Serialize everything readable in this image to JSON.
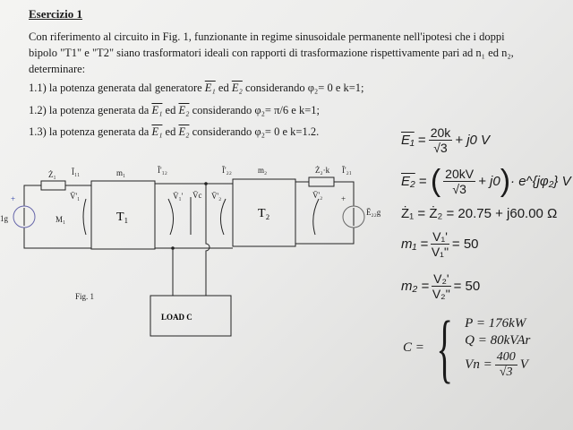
{
  "title": "Esercizio 1",
  "intro": [
    "Con riferimento al circuito in Fig. 1, funzionante in regime sinusoidale permanente nell'ipotesi che i doppi",
    "bipolo \"T1\" e \"T2\" siano trasformatori ideali con rapporti di trasformazione rispettivamente pari ad n₁ ed n₂,",
    "determinare:"
  ],
  "items": [
    {
      "num": "1.1)",
      "pre": "la potenza generata dal generatore",
      "e1": "E₁",
      "and": "ed",
      "e2": "E₂",
      "post": "considerando φ₂= 0 e k=1;"
    },
    {
      "num": "1.2)",
      "pre": "la potenza generata da",
      "e1": "E₁",
      "and": "ed",
      "e2": "E₂",
      "post": "considerando φ₂= π/6 e k=1;"
    },
    {
      "num": "1.3)",
      "pre": "la potenza generata da",
      "e1": "E₁",
      "and": "ed",
      "e2": "E₂",
      "post": "considerando φ₂= 0 e k=1.2."
    }
  ],
  "circuit": {
    "z1": "Ż₁",
    "i11": "Ī₁₁",
    "m1": "m₁",
    "i12": "Ī'₁₂",
    "i22": "Ī'₂₂",
    "m2": "m₂",
    "z2": "Ż₂·k",
    "i21": "Ī'₂₁",
    "v1a": "V̄'₁",
    "v1b": "V̄₁'",
    "vc": "V̄c",
    "v2a": "V̄'₂",
    "v2b": "V̄'₂",
    "t1": "T₁",
    "t2": "T₂",
    "e1": "1g",
    "e2": "Ē₂₂g",
    "mesh": "M₁",
    "plus": "+",
    "load": "LOAD C",
    "fig": "Fig. 1"
  },
  "equations": {
    "e1": {
      "lhs": "E₁",
      "num": "20k",
      "den": "√3",
      "rest": "+ j0 V"
    },
    "e2": {
      "lhs": "E₂",
      "num": "20kV",
      "den": "√3",
      "rest": "+ j0",
      "exp": "· e^{jφ₂} V"
    },
    "z": "Ż₁ = Ż₂ = 20.75 + j60.00 Ω",
    "m1": {
      "lhs": "m₁ =",
      "num": "V₁'",
      "den": "V₁''",
      "rhs": "= 50"
    },
    "m2": {
      "lhs": "m₂ =",
      "num": "V₂'",
      "den": "V₂''",
      "rhs": "= 50"
    },
    "c": {
      "lhs": "C =",
      "p": "P = 176kW",
      "q": "Q = 80kVAr",
      "vn": "Vn =",
      "vnum": "400",
      "vden": "√3",
      "vunit": "V"
    }
  }
}
